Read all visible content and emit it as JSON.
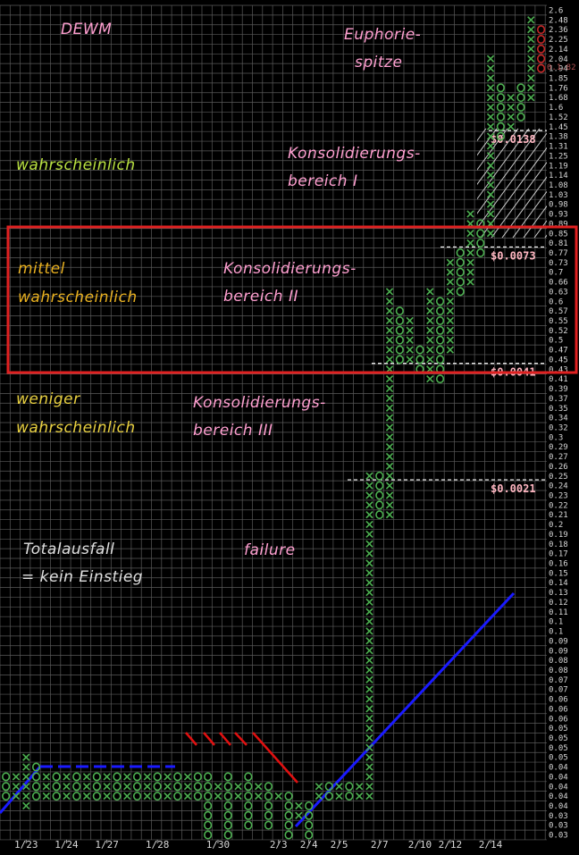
{
  "chart_data": {
    "type": "point-and-figure",
    "title": "DEWM",
    "colors": {
      "background": "#000000",
      "grid": "#5a5a5a",
      "x_mark": "#4caf50",
      "o_mark": "#4caf50",
      "o_mark_latest": "#c62828",
      "support_line": "#1a1aff",
      "resistance_line": "#e01010",
      "box": "#e02020",
      "hatch": "#cccccc",
      "price_label": "#ffb6c1",
      "pink_text": "#ff9fd0",
      "yellow_text": "#e8d040",
      "green_text": "#b8e040",
      "white_text": "#e0e0e0"
    },
    "y_axis_ticks": [
      "2.6",
      "2.48",
      "2.36",
      "2.25",
      "2.14",
      "2.04",
      "1.94",
      "1.85",
      "1.76",
      "1.68",
      "1.6",
      "1.52",
      "1.45",
      "1.38",
      "1.31",
      "1.25",
      "1.19",
      "1.14",
      "1.08",
      "1.03",
      "0.98",
      "0.93",
      "0.89",
      "0.85",
      "0.81",
      "0.77",
      "0.73",
      "0.7",
      "0.66",
      "0.63",
      "0.6",
      "0.57",
      "0.55",
      "0.52",
      "0.5",
      "0.47",
      "0.45",
      "0.43",
      "0.41",
      "0.39",
      "0.37",
      "0.35",
      "0.34",
      "0.32",
      "0.3",
      "0.29",
      "0.27",
      "0.26",
      "0.25",
      "0.24",
      "0.23",
      "0.22",
      "0.21",
      "0.2",
      "0.19",
      "0.18",
      "0.17",
      "0.16",
      "0.15",
      "0.14",
      "0.13",
      "0.12",
      "0.11",
      "0.1",
      "0.1",
      "0.09",
      "0.09",
      "0.08",
      "0.08",
      "0.07",
      "0.07",
      "0.06",
      "0.06",
      "0.06",
      "0.05",
      "0.05",
      "0.05",
      "0.05",
      "0.04",
      "0.04",
      "0.04",
      "0.04",
      "0.04",
      "0.03",
      "0.03",
      "0.03"
    ],
    "x_axis_ticks": [
      {
        "label": "1/23",
        "col": 2
      },
      {
        "label": "1/24",
        "col": 6
      },
      {
        "label": "1/27",
        "col": 10
      },
      {
        "label": "1/28",
        "col": 15
      },
      {
        "label": "1/30",
        "col": 21
      },
      {
        "label": "2/3",
        "col": 27
      },
      {
        "label": "2/4",
        "col": 30
      },
      {
        "label": "2/5",
        "col": 33
      },
      {
        "label": "2/7",
        "col": 37
      },
      {
        "label": "2/10",
        "col": 41
      },
      {
        "label": "2/12",
        "col": 44
      },
      {
        "label": "2/14",
        "col": 48
      }
    ],
    "columns": [
      {
        "col": 0,
        "t": "O",
        "lo": 79,
        "hi": 81
      },
      {
        "col": 1,
        "t": "X",
        "lo": 79,
        "hi": 81
      },
      {
        "col": 2,
        "t": "X",
        "lo": 77,
        "hi": 82
      },
      {
        "col": 3,
        "t": "O",
        "lo": 78,
        "hi": 81
      },
      {
        "col": 4,
        "t": "X",
        "lo": 79,
        "hi": 81
      },
      {
        "col": 5,
        "t": "O",
        "lo": 79,
        "hi": 81
      },
      {
        "col": 6,
        "t": "X",
        "lo": 79,
        "hi": 81
      },
      {
        "col": 7,
        "t": "O",
        "lo": 79,
        "hi": 81
      },
      {
        "col": 8,
        "t": "X",
        "lo": 79,
        "hi": 81
      },
      {
        "col": 9,
        "t": "O",
        "lo": 79,
        "hi": 81
      },
      {
        "col": 10,
        "t": "X",
        "lo": 79,
        "hi": 81
      },
      {
        "col": 11,
        "t": "O",
        "lo": 79,
        "hi": 81
      },
      {
        "col": 12,
        "t": "X",
        "lo": 79,
        "hi": 81
      },
      {
        "col": 13,
        "t": "O",
        "lo": 79,
        "hi": 81
      },
      {
        "col": 14,
        "t": "X",
        "lo": 79,
        "hi": 81
      },
      {
        "col": 15,
        "t": "O",
        "lo": 79,
        "hi": 81
      },
      {
        "col": 16,
        "t": "X",
        "lo": 79,
        "hi": 81
      },
      {
        "col": 17,
        "t": "O",
        "lo": 79,
        "hi": 81
      },
      {
        "col": 18,
        "t": "X",
        "lo": 79,
        "hi": 81
      },
      {
        "col": 19,
        "t": "O",
        "lo": 79,
        "hi": 81
      },
      {
        "col": 20,
        "t": "O",
        "lo": 79,
        "hi": 85
      },
      {
        "col": 21,
        "t": "X",
        "lo": 80,
        "hi": 81
      },
      {
        "col": 22,
        "t": "O",
        "lo": 79,
        "hi": 85
      },
      {
        "col": 23,
        "t": "X",
        "lo": 80,
        "hi": 81
      },
      {
        "col": 24,
        "t": "O",
        "lo": 79,
        "hi": 84
      },
      {
        "col": 25,
        "t": "X",
        "lo": 80,
        "hi": 81
      },
      {
        "col": 26,
        "t": "O",
        "lo": 80,
        "hi": 84
      },
      {
        "col": 27,
        "t": "X",
        "lo": 81,
        "hi": 81
      },
      {
        "col": 28,
        "t": "O",
        "lo": 81,
        "hi": 85
      },
      {
        "col": 29,
        "t": "X",
        "lo": 82,
        "hi": 83
      },
      {
        "col": 30,
        "t": "O",
        "lo": 82,
        "hi": 85
      },
      {
        "col": 31,
        "t": "X",
        "lo": 80,
        "hi": 81
      },
      {
        "col": 32,
        "t": "O",
        "lo": 80,
        "hi": 81
      },
      {
        "col": 33,
        "t": "X",
        "lo": 80,
        "hi": 81
      },
      {
        "col": 34,
        "t": "O",
        "lo": 80,
        "hi": 81
      },
      {
        "col": 35,
        "t": "X",
        "lo": 80,
        "hi": 81
      },
      {
        "col": 36,
        "t": "X",
        "lo": 48,
        "hi": 81
      },
      {
        "col": 37,
        "t": "O",
        "lo": 48,
        "hi": 52
      },
      {
        "col": 38,
        "t": "X",
        "lo": 29,
        "hi": 52
      },
      {
        "col": 39,
        "t": "O",
        "lo": 31,
        "hi": 36
      },
      {
        "col": 40,
        "t": "X",
        "lo": 32,
        "hi": 36
      },
      {
        "col": 41,
        "t": "O",
        "lo": 35,
        "hi": 37
      },
      {
        "col": 42,
        "t": "X",
        "lo": 29,
        "hi": 38
      },
      {
        "col": 43,
        "t": "O",
        "lo": 30,
        "hi": 38
      },
      {
        "col": 44,
        "t": "X",
        "lo": 26,
        "hi": 35
      },
      {
        "col": 45,
        "t": "O",
        "lo": 25,
        "hi": 29
      },
      {
        "col": 46,
        "t": "X",
        "lo": 21,
        "hi": 28
      },
      {
        "col": 47,
        "t": "O",
        "lo": 22,
        "hi": 25
      },
      {
        "col": 48,
        "t": "X",
        "lo": 5,
        "hi": 23
      },
      {
        "col": 49,
        "t": "O",
        "lo": 8,
        "hi": 13
      },
      {
        "col": 50,
        "t": "X",
        "lo": 9,
        "hi": 12
      },
      {
        "col": 51,
        "t": "O",
        "lo": 8,
        "hi": 11
      },
      {
        "col": 52,
        "t": "X",
        "lo": 1,
        "hi": 9
      },
      {
        "col": 53,
        "t": "O",
        "lo": 2,
        "hi": 6,
        "latest": true
      }
    ],
    "price_levels": [
      {
        "label": "$0.0138",
        "row": 12
      },
      {
        "label": "$0.0073",
        "row": 24
      },
      {
        "label": "$0.0041",
        "row": 36
      },
      {
        "label": "$0.0021",
        "row": 48
      }
    ],
    "last_price": "0.1.82"
  },
  "annotations": {
    "symbol": "DEWM",
    "euphoria_1": "Euphorie-",
    "euphoria_2": "spitze",
    "consolidation_1a": "Konsolidierungs-",
    "consolidation_1b": "bereich I",
    "consolidation_2a": "Konsolidierungs-",
    "consolidation_2b": "bereich II",
    "consolidation_3a": "Konsolidierungs-",
    "consolidation_3b": "bereich III",
    "probable": "wahrscheinlich",
    "medium_1": "mittel",
    "medium_2": "wahrscheinlich",
    "less_1": "weniger",
    "less_2": "wahrscheinlich",
    "failure": "failure",
    "total_loss_1": "Totalausfall",
    "total_loss_2": "= kein Einstieg"
  }
}
